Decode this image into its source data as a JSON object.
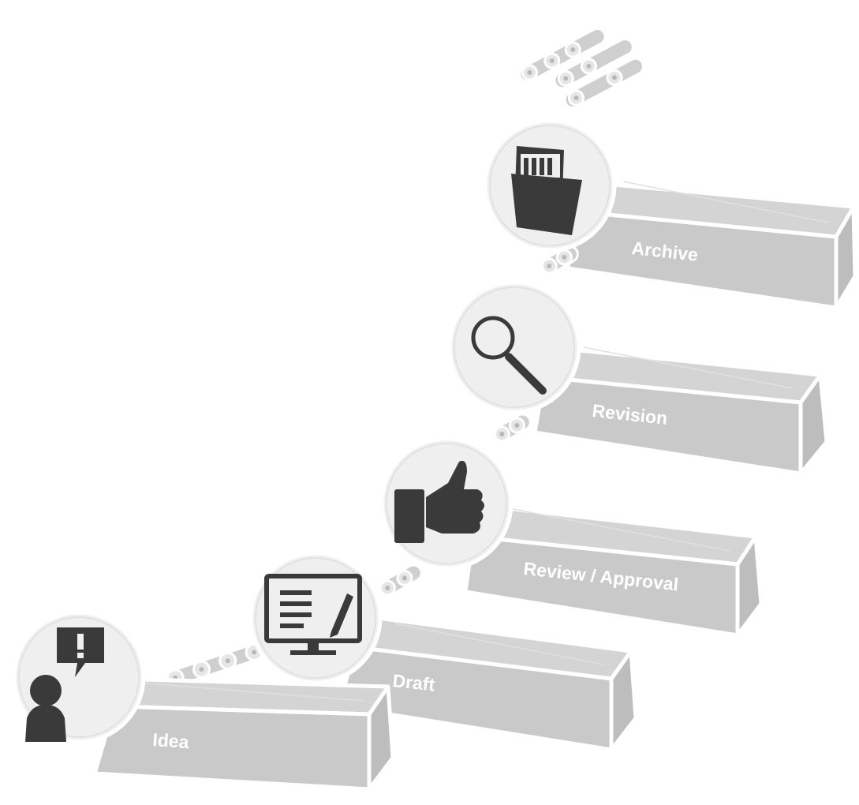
{
  "stages": [
    {
      "id": "idea",
      "label": "Idea",
      "icon": "person-with-alert-bubble-icon"
    },
    {
      "id": "draft",
      "label": "Draft",
      "icon": "monitor-document-icon"
    },
    {
      "id": "review",
      "label": "Review / Approval",
      "icon": "thumbs-up-icon"
    },
    {
      "id": "revision",
      "label": "Revision",
      "icon": "magnifying-glass-icon"
    },
    {
      "id": "archive",
      "label": "Archive",
      "icon": "archive-folder-icon"
    }
  ],
  "colors": {
    "box": "#c9c9c9",
    "box_side": "#bdbdbd",
    "circle": "#efefef",
    "icon": "#3a3a3a",
    "label_text": "#ffffff"
  }
}
